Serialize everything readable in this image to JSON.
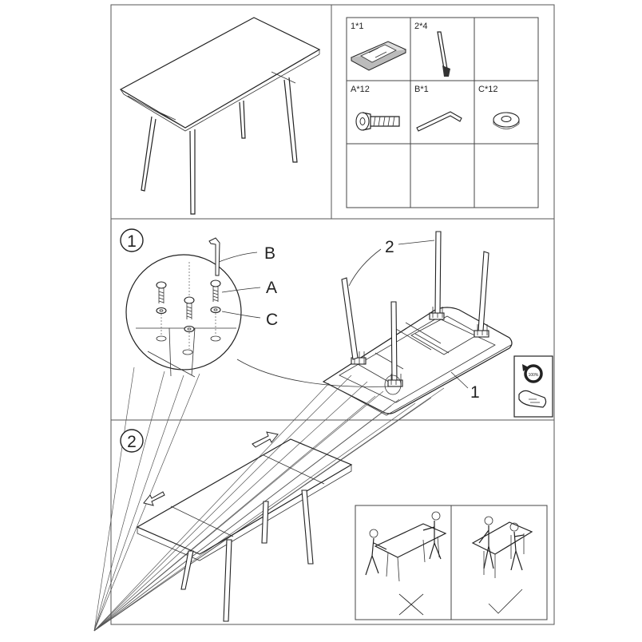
{
  "parts": {
    "labels": [
      "1*1",
      "2*4",
      "",
      "A*12",
      "B*1",
      "C*12",
      "",
      "",
      ""
    ]
  },
  "step1": {
    "number": "1",
    "callout_b": "B",
    "callout_a": "A",
    "callout_c": "C",
    "leg_label": "2",
    "top_label": "1",
    "rotate_badge": "100%"
  },
  "step2": {
    "number": "2"
  }
}
